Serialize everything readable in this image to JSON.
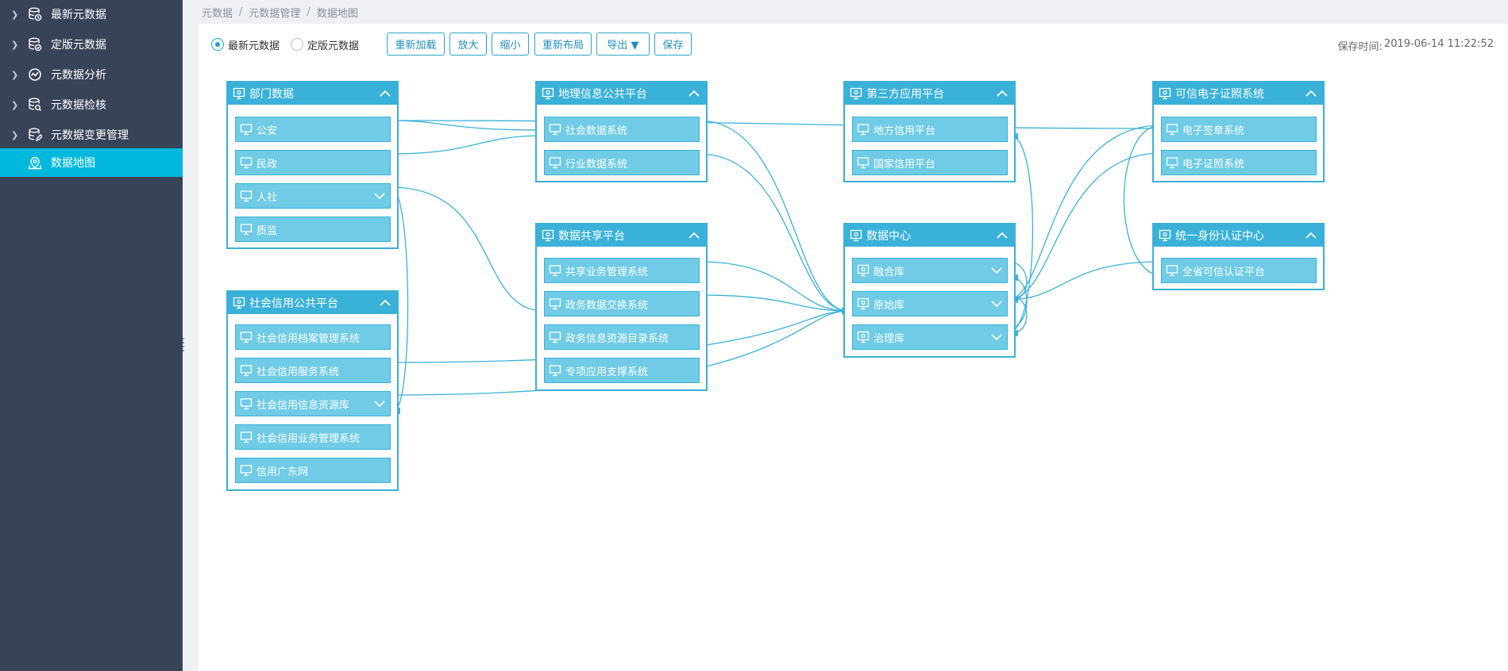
{
  "sidebar": {
    "items": [
      {
        "label": "最新元数据",
        "icon": "database-clock-icon",
        "active": false
      },
      {
        "label": "定版元数据",
        "icon": "database-check-icon",
        "active": false
      },
      {
        "label": "元数据分析",
        "icon": "analysis-chart-icon",
        "active": false
      },
      {
        "label": "元数据检核",
        "icon": "database-search-icon",
        "active": false
      },
      {
        "label": "元数据变更管理",
        "icon": "database-edit-icon",
        "active": false
      },
      {
        "label": "数据地图",
        "icon": "map-pin-icon",
        "active": true
      }
    ]
  },
  "breadcrumb": [
    "元数据",
    "元数据管理",
    "数据地图"
  ],
  "toolbar": {
    "radios": [
      {
        "label": "最新元数据",
        "checked": true
      },
      {
        "label": "定版元数据",
        "checked": false
      }
    ],
    "buttons": [
      "重新加载",
      "放大",
      "缩小",
      "重新布局",
      "导出 ▼",
      "保存"
    ],
    "save_time_label": "保存时间:",
    "save_time_value": "2019-06-14 11:22:52"
  },
  "colors": {
    "sidebar_bg": "#384358",
    "sidebar_active": "#00b8dc",
    "node_border": "#3ab1d8",
    "item_bg": "#6fcbe6",
    "link": "#3ab1d8"
  },
  "nodes": {
    "bumen": {
      "title": "部门数据",
      "items": [
        {
          "label": "公安"
        },
        {
          "label": "民政"
        },
        {
          "label": "人社",
          "expandable": true
        },
        {
          "label": "质监"
        }
      ]
    },
    "shehui": {
      "title": "社会信用公共平台",
      "items": [
        {
          "label": "社会信用档案管理系统"
        },
        {
          "label": "社会信用服务系统"
        },
        {
          "label": "社会信用信息资源库",
          "expandable": true
        },
        {
          "label": "社会信用业务管理系统"
        },
        {
          "label": "信用广东网"
        }
      ]
    },
    "dili": {
      "title": "地理信息公共平台",
      "items": [
        {
          "label": "社会数据系统"
        },
        {
          "label": "行业数据系统"
        }
      ]
    },
    "gongxiang": {
      "title": "数据共享平台",
      "items": [
        {
          "label": "共享业务管理系统"
        },
        {
          "label": "政务数据交换系统"
        },
        {
          "label": "政务信息资源目录系统"
        },
        {
          "label": "专项应用支撑系统"
        }
      ]
    },
    "disanfang": {
      "title": "第三方应用平台",
      "items": [
        {
          "label": "地方信用平台"
        },
        {
          "label": "国家信用平台"
        }
      ]
    },
    "shujuzhongxin": {
      "title": "数据中心",
      "items": [
        {
          "label": "融合库",
          "expandable": true
        },
        {
          "label": "原始库",
          "expandable": true
        },
        {
          "label": "治理库",
          "expandable": true
        }
      ]
    },
    "kexin": {
      "title": "可信电子证照系统",
      "items": [
        {
          "label": "电子签章系统"
        },
        {
          "label": "电子证照系统"
        }
      ]
    },
    "tongyi": {
      "title": "统一身份认证中心",
      "items": [
        {
          "label": "全省可信认证平台"
        }
      ]
    }
  }
}
